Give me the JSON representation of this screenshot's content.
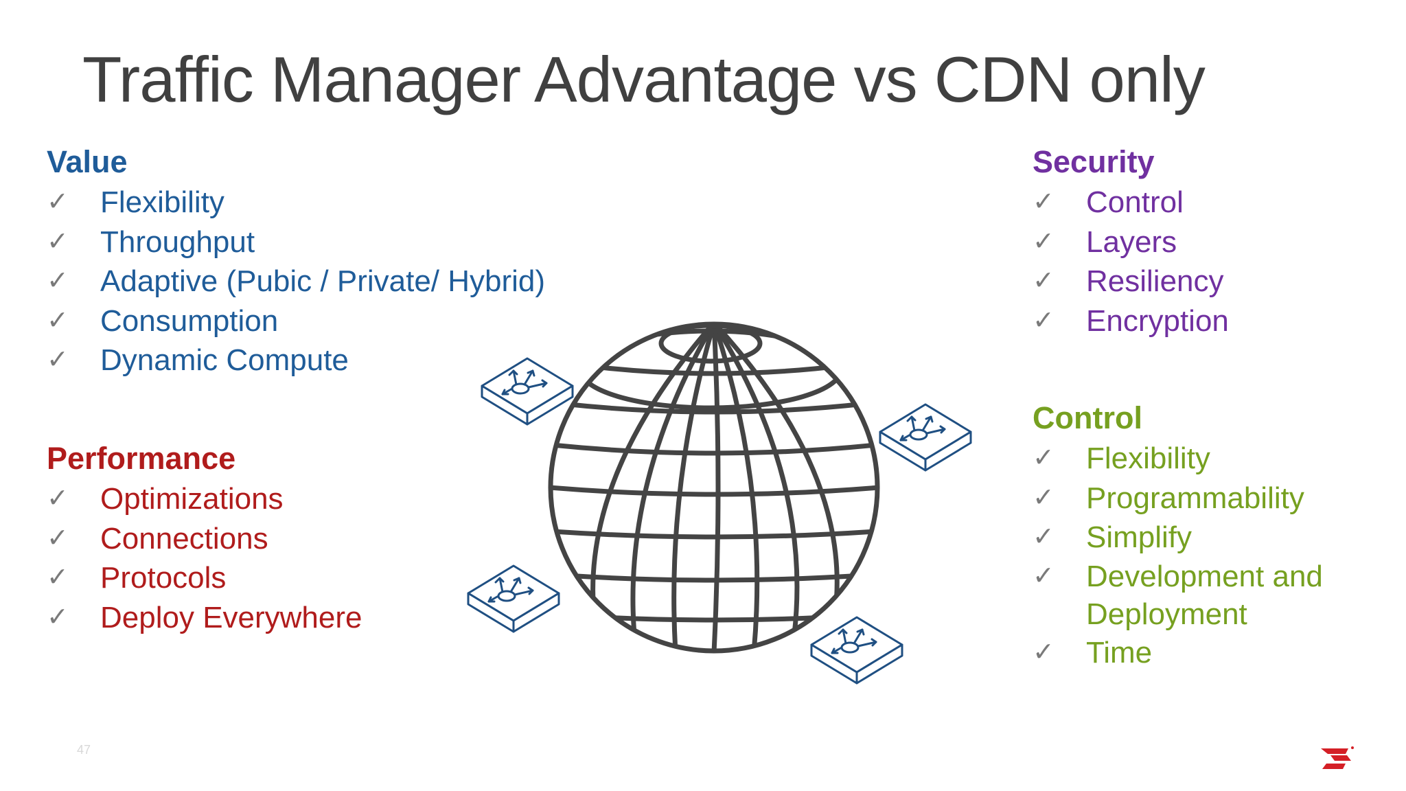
{
  "slide": {
    "title": "Traffic Manager Advantage vs CDN only",
    "page_number": "47"
  },
  "sections": {
    "value": {
      "heading": "Value",
      "color": "#1f5c99",
      "items": [
        "Flexibility",
        "Throughput",
        "Adaptive (Pubic / Private/ Hybrid)",
        "Consumption",
        "Dynamic Compute"
      ]
    },
    "performance": {
      "heading": "Performance",
      "color": "#b01c1c",
      "items": [
        "Optimizations",
        "Connections",
        "Protocols",
        "Deploy Everywhere"
      ]
    },
    "security": {
      "heading": "Security",
      "color": "#7030a0",
      "items": [
        "Control",
        "Layers",
        "Resiliency",
        "Encryption"
      ]
    },
    "control": {
      "heading": "Control",
      "color": "#76a020",
      "items": [
        "Flexibility",
        "Programmability",
        "Simplify",
        "Development and",
        "Deployment",
        "Time"
      ]
    }
  },
  "check_glyph": "✓",
  "icons": [
    "globe-icon",
    "network-switch-icon",
    "brand-logo"
  ]
}
